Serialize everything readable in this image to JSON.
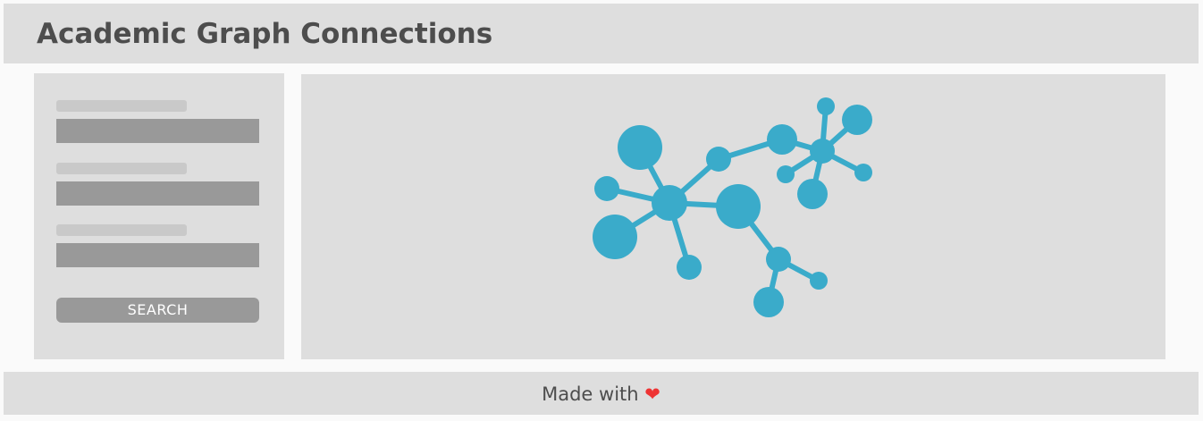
{
  "header": {
    "title": "Academic Graph Connections"
  },
  "sidebar": {
    "fields": [
      {
        "label": "",
        "value": ""
      },
      {
        "label": "",
        "value": ""
      },
      {
        "label": "",
        "value": ""
      }
    ],
    "search_label": "SEARCH"
  },
  "graph": {
    "icon": "network-graph-icon",
    "color": "#3aabca"
  },
  "footer": {
    "text": "Made with",
    "heart_icon": "heart-icon",
    "heart_glyph": "❤",
    "heart_color": "#ee3333"
  },
  "colors": {
    "panel_bg": "#dedede",
    "page_bg": "#fafafa",
    "title_text": "#4d4d4d",
    "input_bg": "#999999",
    "label_placeholder": "#c9c9c9"
  }
}
